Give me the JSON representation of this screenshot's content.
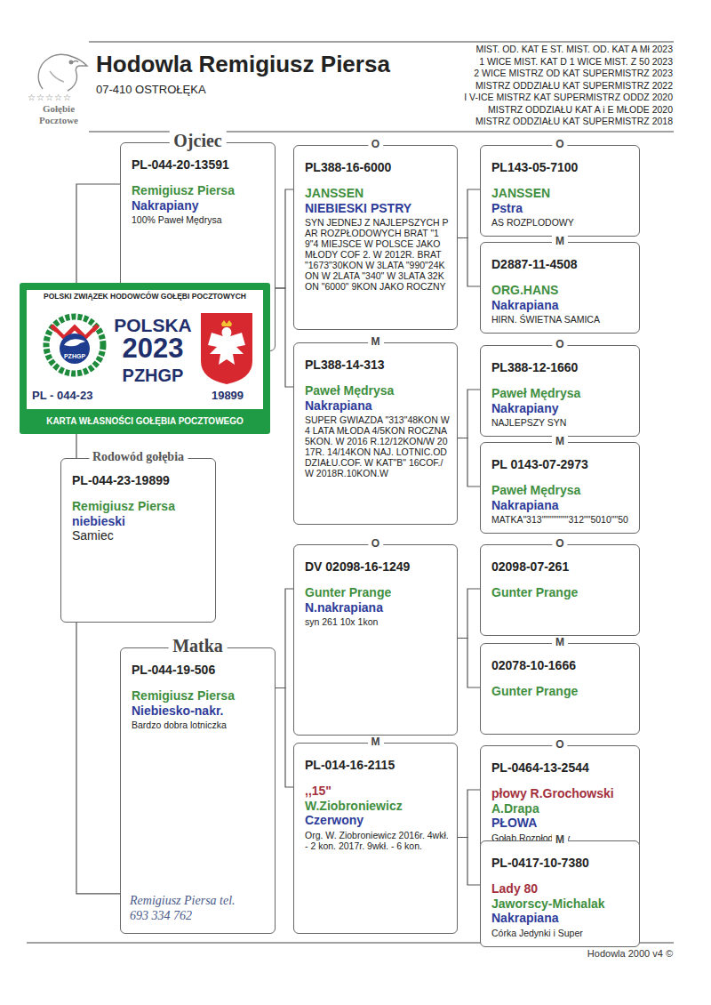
{
  "diagram": {
    "title": "Hodowla Remigiusz Piersa",
    "nodes": [
      {
        "text": [
          "Ojciec",
          "PL-044-20-13591",
          "Remigiusz Piersa",
          "Nakrapiany",
          "100% Paweł Mędrysa"
        ]
      },
      {
        "text": [
          "POLSKI ZWIĄZEK HODOWCÓW GOŁĘBI POCZTOWYCH",
          "PZHGP",
          "POLSKA",
          "2023",
          "PZHGP",
          "PL - 044-23",
          "19899",
          "KARTA WŁASNOŚCI GOŁĘBIA POCZTOWEGO"
        ]
      },
      {
        "text": [
          "Rodowód gołębia",
          "PL-044-23-19899",
          "Remigiusz Piersa",
          "niebieski",
          "Samiec"
        ]
      },
      {
        "text": [
          "Matka",
          "PL-044-19-506",
          "Remigiusz Piersa",
          "Niebiesko-nakr.",
          "Bardzo dobra lotniczka",
          "Remigiusz Piersa tel. 693 334 762"
        ]
      },
      {
        "text": [
          "O",
          "PL388-16-6000",
          "JANSSEN",
          "NIEBIESKI PSTRY",
          "SYN JEDNEJ Z NAJLEPSZYCH PAR ROZPŁODOWYCH BRAT \"19\"4 MIEJSCE W POLSCE JAKO MŁODY COF 2. W 2012R. BRAT \"1673\"30KON W 3LATA \"990\"24KON W 2LATA \"340\" W 3LATA 32KON \"6000\" 9KON JAKO ROCZNY"
        ]
      },
      {
        "text": [
          "M",
          "PL388-14-313",
          "Paweł Mędrysa",
          "Nakrapiana",
          "SUPER GWIAZDA \"313\"48KON W4 LATA MŁODA 4/5KON ROCZNA 5KON. W 2016 R.12/12KON/W 2017R. 14/14KON NAJ. LOTNIC.ODDZIAŁU.COF. W KAT\"B\" 16COF./W 2018R.10KON.W"
        ]
      },
      {
        "text": [
          "O",
          "DV 02098-16-1249",
          "Gunter Prange",
          "N.nakrapiana",
          "syn 261 10x 1kon"
        ]
      },
      {
        "text": [
          "M",
          "PL-014-16-2115",
          ",,15\"",
          "W.Ziobroniewicz",
          "Czerwony",
          "Org. W. Ziobroniewicz 2016r. 4wkł. - 2 kon. 2017r. 9wkł. - 6 kon."
        ]
      },
      {
        "text": [
          "O",
          "PL143-05-7100",
          "JANSSEN",
          "Pstra",
          "AS ROZPLODOWY"
        ]
      },
      {
        "text": [
          "M",
          "D2887-11-4508",
          "ORG.HANS",
          "Nakrapiana",
          "HIRN. ŚWIETNA SAMICA"
        ]
      },
      {
        "text": [
          "O",
          "PL388-12-1660",
          "Paweł Mędrysa",
          "Nakrapiany",
          "NAJLEPSZY SYN"
        ]
      },
      {
        "text": [
          "M",
          "PL 0143-07-2973",
          "Paweł Mędrysa",
          "Nakrapiana",
          "MATKA\"313\"\"\"\"\"\"\"\"312\"\"5010\"\"50"
        ]
      },
      {
        "text": [
          "O",
          "02098-07-261",
          "Gunter Prange"
        ]
      },
      {
        "text": [
          "M",
          "02078-10-1666",
          "Gunter Prange"
        ]
      },
      {
        "text": [
          "O",
          "PL-0464-13-2544",
          "płowy R.Grochowski",
          "A.Drapa",
          "PŁOWA",
          "Gołąb Rozpłodowy"
        ]
      },
      {
        "text": [
          "M",
          "PL-0417-10-7380",
          "Lady 80",
          "Jaworscy-Michalak",
          "Nakrapiana",
          "Córka Jedynki i Super"
        ]
      }
    ],
    "edges": [
      {
        "from": 2,
        "to": 0,
        "arrow": "none"
      },
      {
        "from": 2,
        "to": 3,
        "arrow": "none"
      },
      {
        "from": 0,
        "to": 4,
        "arrow": "none"
      },
      {
        "from": 0,
        "to": 5,
        "arrow": "none"
      },
      {
        "from": 3,
        "to": 6,
        "arrow": "none"
      },
      {
        "from": 3,
        "to": 7,
        "arrow": "none"
      },
      {
        "from": 4,
        "to": 8,
        "arrow": "none"
      },
      {
        "from": 4,
        "to": 9,
        "arrow": "none"
      },
      {
        "from": 5,
        "to": 10,
        "arrow": "none"
      },
      {
        "from": 5,
        "to": 11,
        "arrow": "none"
      },
      {
        "from": 6,
        "to": 12,
        "arrow": "none"
      },
      {
        "from": 6,
        "to": 13,
        "arrow": "none"
      },
      {
        "from": 7,
        "to": 14,
        "arrow": "none"
      },
      {
        "from": 7,
        "to": 15,
        "arrow": "none"
      }
    ],
    "labels": [
      "☆☆☆☆☆",
      "Gołębie Pocztowe",
      "07-410 OSTROŁĘKA",
      "MIST. OD. KAT E ST. MIST. OD. KAT A Mł 2023",
      "1 WICE MIST. KAT D 1 WICE MIST. Z 50 2023",
      "2 WICE MISTRZ OD KAT SUPERMISTRZ 2023",
      "MISTRZ ODDZIAŁU KAT SUPERMISTRZ 2022",
      "I V-ICE MISTRZ KAT SUPERMISTRZ ODDZ 2020",
      "MISTRZ ODDZIAŁU KAT A i E MŁODE 2020",
      "MISTRZ ODDZIAŁU KAT SUPERMISTRZ 2018",
      "Hodowla 2000 v4 ©"
    ]
  }
}
